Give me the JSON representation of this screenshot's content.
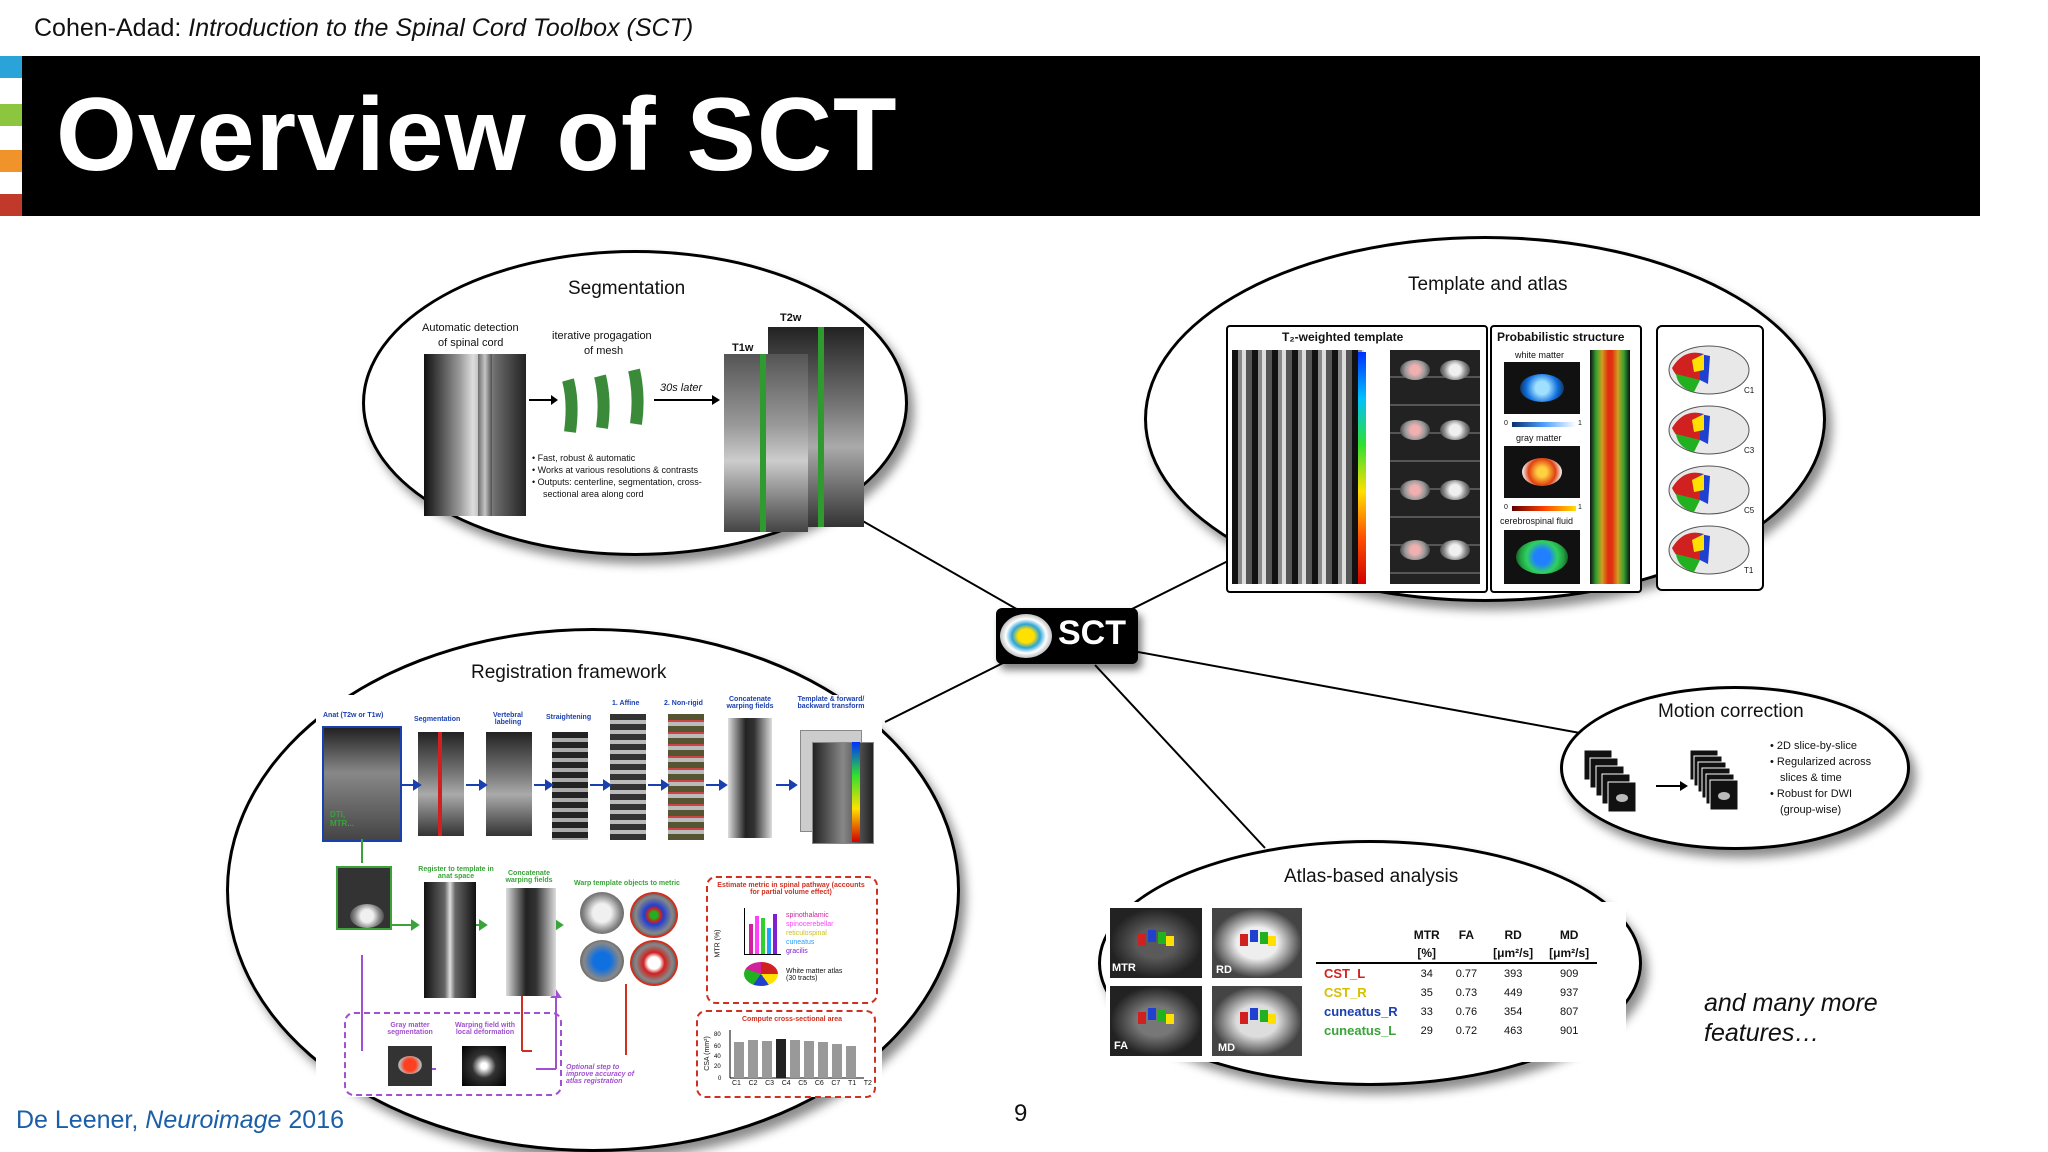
{
  "header": {
    "course_prefix": "Cohen-Adad: ",
    "course_title": "Introduction to the Spinal Cord Toolbox (SCT)",
    "slide_title": "Overview of SCT",
    "accent_colors": [
      "#2aa3d8",
      "#8cc63f",
      "#f0932b",
      "#c0392b"
    ]
  },
  "center": {
    "label": "SCT"
  },
  "segmentation": {
    "title": "Segmentation",
    "caption1": "Automatic detection",
    "caption1b": "of spinal cord",
    "caption2": "iterative progagation",
    "caption2b": "of mesh",
    "later": "30s later",
    "t1w": "T1w",
    "t2w": "T2w",
    "bullets": [
      "Fast, robust & automatic",
      "Works at various resolutions & contrasts",
      "Outputs: centerline, segmentation, cross-",
      "sectional area along cord"
    ]
  },
  "template": {
    "title": "Template and atlas",
    "t2_label": "T₂-weighted template",
    "prob_label": "Probabilistic structure",
    "wm": "white matter",
    "gm": "gray matter",
    "csf": "cerebrospinal fluid",
    "zero": "0",
    "one": "1",
    "levels": [
      "C1",
      "C3",
      "C5",
      "T1"
    ]
  },
  "registration": {
    "title": "Registration framework",
    "steps": [
      "Anat (T2w or T1w)",
      "Segmentation",
      "Vertebral labeling",
      "Straightening",
      "1. Affine",
      "2. Non-rigid",
      "Concatenate warping fields",
      "Template & forward/ backward transform"
    ],
    "dti": "DTI, MTR...",
    "register": "Register to template in anat space",
    "concat": "Concatenate warping fields",
    "warp": "Warp template objects to metric",
    "estimate": "Estimate metric in spinal pathway (accounts for partial volume effect)",
    "tracts": [
      "spinothalamic",
      "spinocerebellar",
      "reticulospinal",
      "cuneatus",
      "gracilis"
    ],
    "wm_atlas": "White matter atlas (30 tracts)",
    "mtr_axis": "MTR (%)",
    "gm_seg": "Gray matter segmentation",
    "warping": "Warping field with local deformation",
    "optional": "Optional step to improve accuracy of atlas registration",
    "csa_title": "Compute cross-sectional area",
    "csa_axis": "CSA (mm²)",
    "csa_levels": [
      "C1",
      "C2",
      "C3",
      "C4",
      "C5",
      "C6",
      "C7",
      "T1",
      "T2"
    ]
  },
  "motion": {
    "title": "Motion correction",
    "bullets": [
      "2D slice-by-slice",
      "Regularized across",
      "slices & time",
      "Robust for DWI",
      "(group-wise)"
    ]
  },
  "atlas_analysis": {
    "title": "Atlas-based analysis",
    "map_labels": [
      "MTR",
      "RD",
      "FA",
      "MD"
    ],
    "headers": [
      [
        "MTR",
        "[%]"
      ],
      [
        "FA",
        ""
      ],
      [
        "RD",
        "[μm²/s]"
      ],
      [
        "MD",
        "[μm²/s]"
      ]
    ],
    "rows": [
      {
        "name": "CST_L",
        "color": "#d42020",
        "values": [
          "34",
          "0.77",
          "393",
          "909"
        ]
      },
      {
        "name": "CST_R",
        "color": "#d4c000",
        "values": [
          "35",
          "0.73",
          "449",
          "937"
        ]
      },
      {
        "name": "cuneatus_R",
        "color": "#1a3fb0",
        "values": [
          "33",
          "0.76",
          "354",
          "807"
        ]
      },
      {
        "name": "cuneatus_L",
        "color": "#3aa33a",
        "values": [
          "29",
          "0.72",
          "463",
          "901"
        ]
      }
    ]
  },
  "more_features": [
    "and many more",
    "features…"
  ],
  "footer": {
    "author": "De Leener, ",
    "journal": "Neuroimage",
    "year": " 2016",
    "page": "9"
  }
}
